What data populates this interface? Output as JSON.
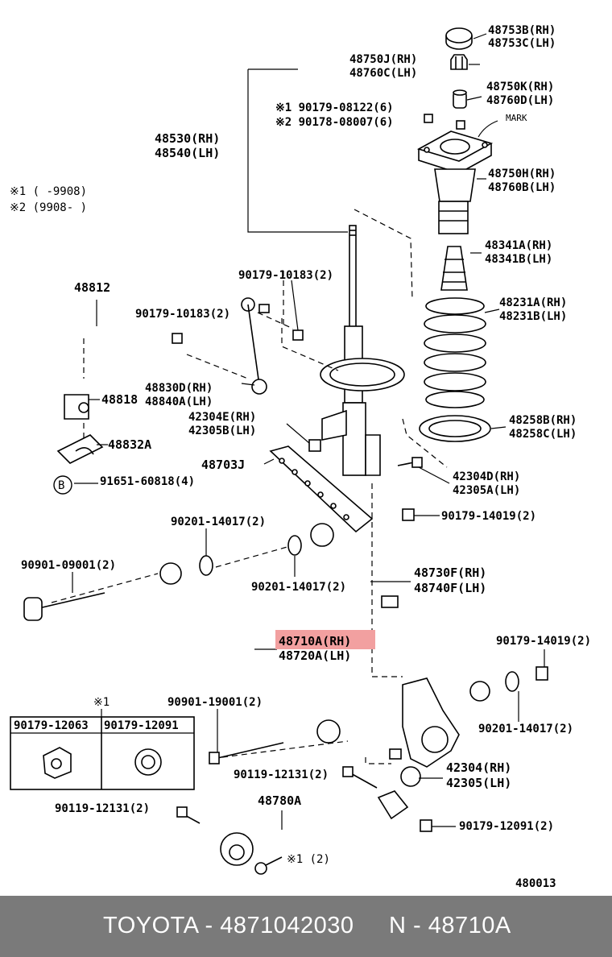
{
  "diagram": {
    "labels": {
      "p48753": [
        "48753B(RH)",
        "48753C(LH)"
      ],
      "p48750j": [
        "48750J(RH)",
        "48760C(LH)"
      ],
      "p48750k": [
        "48750K(RH)",
        "48760D(LH)"
      ],
      "p90179_08122": [
        "※1  90179-08122(6)",
        "※2  90178-08007(6)"
      ],
      "mark": "MARK",
      "p48530": [
        "48530(RH)",
        "48540(LH)"
      ],
      "notes": [
        "※1 (        -9908)",
        "※2 (9908-        )"
      ],
      "p48750h": [
        "48750H(RH)",
        "48760B(LH)"
      ],
      "p48341": [
        "48341A(RH)",
        "48341B(LH)"
      ],
      "p90179_10183_a": "90179-10183(2)",
      "p48812": "48812",
      "p90179_10183_b": "90179-10183(2)",
      "p48231": [
        "48231A(RH)",
        "48231B(LH)"
      ],
      "p48830": [
        "48830D(RH)",
        "48840A(LH)"
      ],
      "p48818": "48818",
      "p42304e": [
        "42304E(RH)",
        "42305B(LH)"
      ],
      "p48258": [
        "48258B(RH)",
        "48258C(LH)"
      ],
      "p48832": "48832A",
      "p48703": "48703J",
      "p91651": "91651-60818(4)",
      "circle_b": "B",
      "p42304d": [
        "42304D(RH)",
        "42305A(LH)"
      ],
      "p90179_14019_a": "90179-14019(2)",
      "p90201_14017_a": "90201-14017(2)",
      "p90901_09001": "90901-09001(2)",
      "p48730f": [
        "48730F(RH)",
        "48740F(LH)"
      ],
      "p90201_14017_b": "90201-14017(2)",
      "p48710a": [
        "48710A(RH)",
        "48720A(LH)"
      ],
      "p90179_14019_b": "90179-14019(2)",
      "note_star1": "※1",
      "p90901_19001": "90901-19001(2)",
      "box_left": "90179-12063",
      "box_right": "90179-12091",
      "p90201_14017_c": "90201-14017(2)",
      "p42304": [
        "42304(RH)",
        "42305(LH)"
      ],
      "p90119_12131_a": "90119-12131(2)",
      "p48780a": "48780A",
      "p90119_12131_b": "90119-12131(2)",
      "p90179_12091": "90179-12091(2)",
      "p_star1_2": "※1 (2)",
      "ref": "480013"
    }
  },
  "footer": {
    "brand_part": "TOYOTA - 4871042030",
    "number": "N - 48710A"
  }
}
